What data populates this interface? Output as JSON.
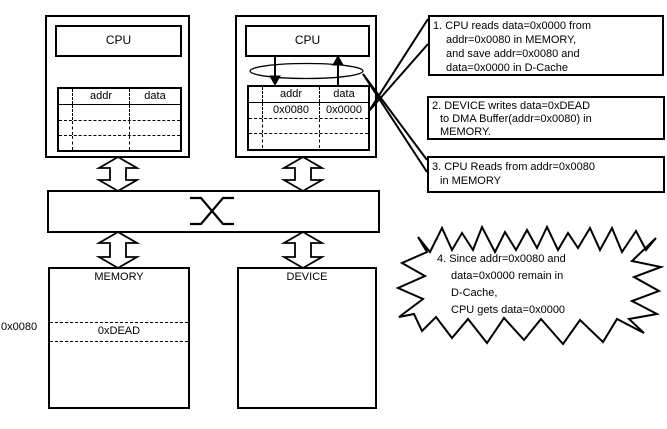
{
  "cpu1": {
    "title": "CPU",
    "cache": {
      "addr_header": "addr",
      "data_header": "data"
    }
  },
  "cpu2": {
    "title": "CPU",
    "cache": {
      "addr_header": "addr",
      "data_header": "data",
      "row1": {
        "addr": "0x0080",
        "data": "0x0000"
      }
    }
  },
  "bus": {
    "symbol": "crossbar-x"
  },
  "memory": {
    "title": "MEMORY",
    "row_address": "0x0080",
    "row_value": "0xDEAD"
  },
  "device": {
    "title": "DEVICE"
  },
  "notes": {
    "note1": {
      "line1": "1. CPU reads data=0x0000 from",
      "line2": "addr=0x0080 in MEMORY,",
      "line3": "and save addr=0x0080 and",
      "line4": "data=0x0000 in D-Cache"
    },
    "note2": {
      "line1": "2. DEVICE writes data=0xDEAD",
      "line2": "to DMA Buffer(addr=0x0080) in",
      "line3": "MEMORY."
    },
    "note3": {
      "line1": "3. CPU Reads from addr=0x0080",
      "line2": "in MEMORY"
    },
    "note4": {
      "line1": "4. Since addr=0x0080 and",
      "line2": "data=0x0000 remain in",
      "line3": "D-Cache,",
      "line4": "CPU gets data=0x0000"
    }
  },
  "icons": {
    "bus_crossbar": "crossbar-x",
    "bus_links": "double-headed-arrow",
    "cache_write": "down-arrow",
    "cache_read": "up-arrow"
  },
  "colors": {
    "line": "#000000",
    "background": "#ffffff"
  }
}
